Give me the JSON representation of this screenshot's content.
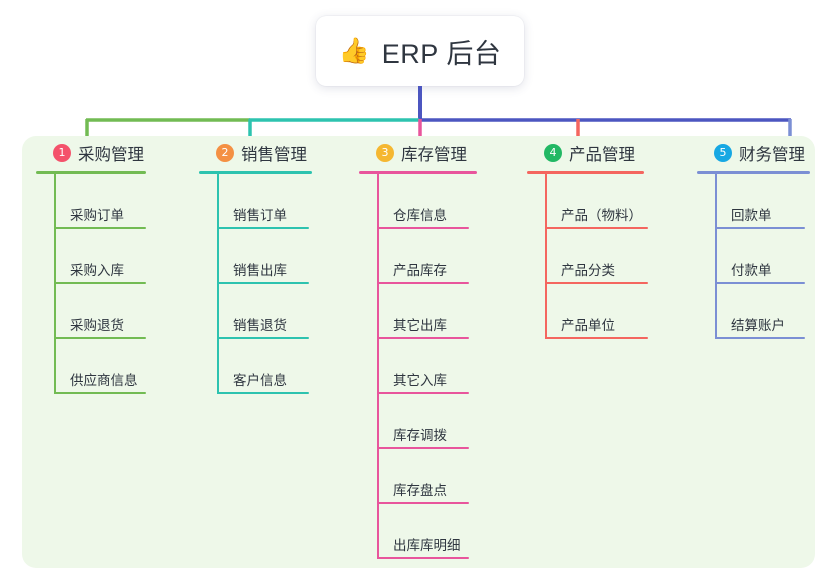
{
  "root": {
    "icon": "thumbs-up-icon",
    "icon_glyph": "👍",
    "title": "ERP 后台"
  },
  "palette": {
    "panel_bg": "#eef8e9",
    "root_trunk": "#4c56c0",
    "text": "#2f3640"
  },
  "columns": [
    {
      "index": "1",
      "title": "采购管理",
      "badge_color": "#f4526b",
      "line_color": "#72bb53",
      "items": [
        {
          "label": "采购订单"
        },
        {
          "label": "采购入库"
        },
        {
          "label": "采购退货"
        },
        {
          "label": "供应商信息"
        }
      ]
    },
    {
      "index": "2",
      "title": "销售管理",
      "badge_color": "#f49043",
      "line_color": "#2dc3af",
      "items": [
        {
          "label": "销售订单"
        },
        {
          "label": "销售出库"
        },
        {
          "label": "销售退货"
        },
        {
          "label": "客户信息"
        }
      ]
    },
    {
      "index": "3",
      "title": "库存管理",
      "badge_color": "#f5b731",
      "line_color": "#e8559c",
      "items": [
        {
          "label": "仓库信息"
        },
        {
          "label": "产品库存"
        },
        {
          "label": "其它出库"
        },
        {
          "label": "其它入库"
        },
        {
          "label": "库存调拨"
        },
        {
          "label": "库存盘点"
        },
        {
          "label": "出库库明细"
        }
      ]
    },
    {
      "index": "4",
      "title": "产品管理",
      "badge_color": "#22b864",
      "line_color": "#f4665f",
      "items": [
        {
          "label": "产品（物料）"
        },
        {
          "label": "产品分类"
        },
        {
          "label": "产品单位"
        }
      ]
    },
    {
      "index": "5",
      "title": "财务管理",
      "badge_color": "#17a8e3",
      "line_color": "#7b8fd4",
      "items": [
        {
          "label": "回款单"
        },
        {
          "label": "付款单"
        },
        {
          "label": "结算账户"
        }
      ]
    }
  ],
  "connectors": {
    "trunk_color": "#4c56c0",
    "segments": [
      {
        "name": "bus-segment-1",
        "color": "#72bb53"
      },
      {
        "name": "bus-segment-2",
        "color": "#2dc3af"
      },
      {
        "name": "bus-segment-3",
        "color": "#4c56c0"
      }
    ],
    "drops": [
      {
        "name": "drop-purchasing",
        "color": "#72bb53"
      },
      {
        "name": "drop-sales",
        "color": "#2dc3af"
      },
      {
        "name": "drop-inventory",
        "color": "#e8559c"
      },
      {
        "name": "drop-product",
        "color": "#f4665f"
      },
      {
        "name": "drop-finance",
        "color": "#7b8fd4"
      }
    ]
  }
}
